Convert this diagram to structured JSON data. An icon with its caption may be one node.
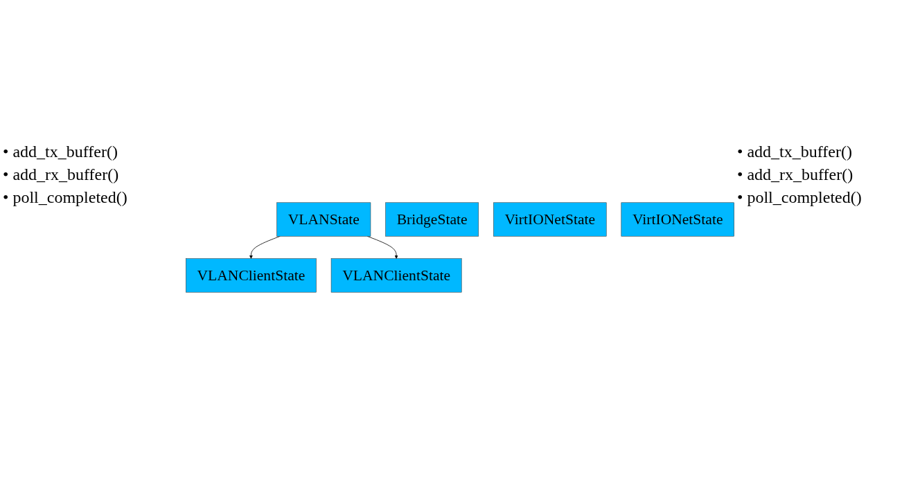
{
  "diagram": {
    "nodes": [
      {
        "text": [
          "VLANState"
        ]
      },
      {
        "text": [
          "BridgeState"
        ]
      },
      {
        "text": [
          "VLANClientState"
        ]
      },
      {
        "text": [
          "VirtIONetState"
        ]
      },
      {
        "text": [
          "VLANClientState"
        ]
      },
      {
        "text": [
          "VirtIONetState"
        ]
      }
    ],
    "edges": [
      {
        "from": 0,
        "to": 2,
        "arrow": "to"
      },
      {
        "from": 0,
        "to": 4,
        "arrow": "to"
      }
    ],
    "labels": [
      "• add_tx_buffer()",
      "• add_rx_buffer()",
      "• poll_completed()",
      "• add_tx_buffer()",
      "• add_rx_buffer()",
      "• poll_completed()"
    ]
  }
}
